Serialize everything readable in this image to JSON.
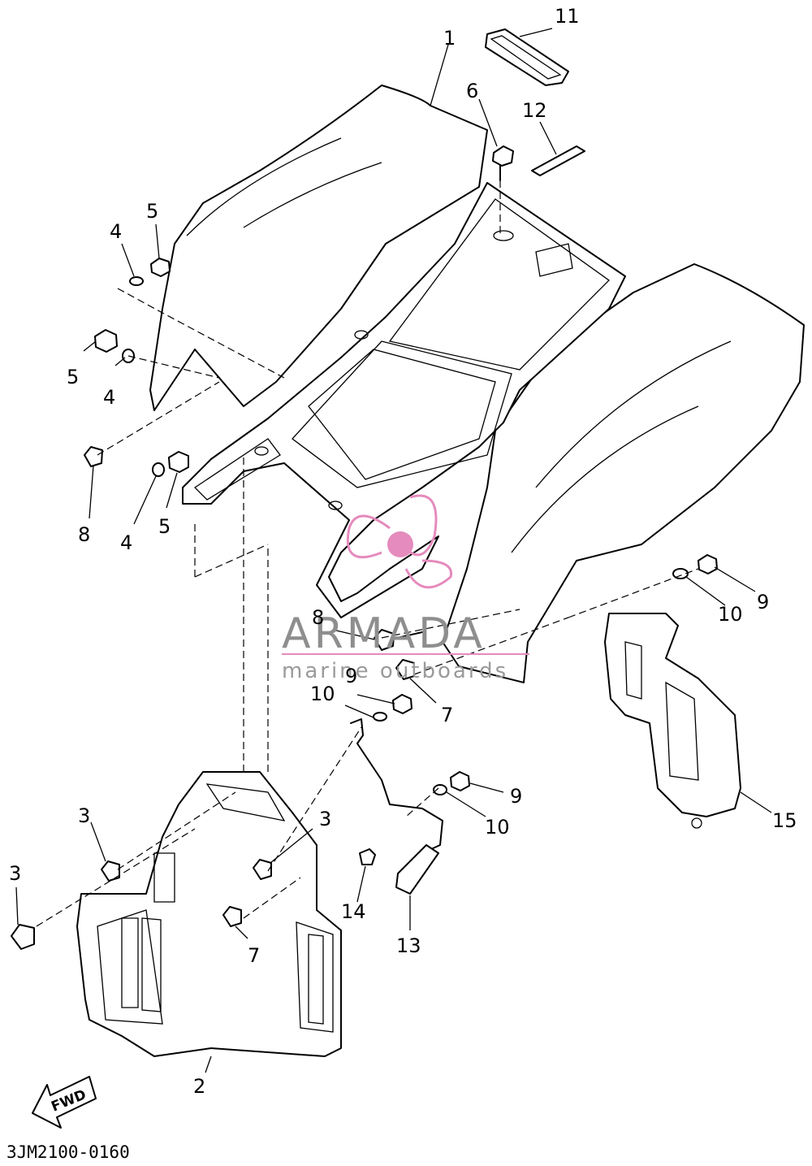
{
  "callouts": {
    "c1": "1",
    "c2": "2",
    "c3a": "3",
    "c3b": "3",
    "c3c": "3",
    "c4a": "4",
    "c4b": "4",
    "c4c": "4",
    "c5a": "5",
    "c5b": "5",
    "c5c": "5",
    "c6": "6",
    "c7a": "7",
    "c7b": "7",
    "c8a": "8",
    "c8b": "8",
    "c9a": "9",
    "c9b": "9",
    "c9c": "9",
    "c10a": "10",
    "c10b": "10",
    "c10c": "10",
    "c11": "11",
    "c12": "12",
    "c13": "13",
    "c14": "14",
    "c15": "15"
  },
  "fwd_label": "FWD",
  "diagram_code": "3JM2100-0160",
  "watermark": {
    "brand": "ARMADA",
    "tagline": "marine outboards",
    "color": "#e58bbd"
  }
}
